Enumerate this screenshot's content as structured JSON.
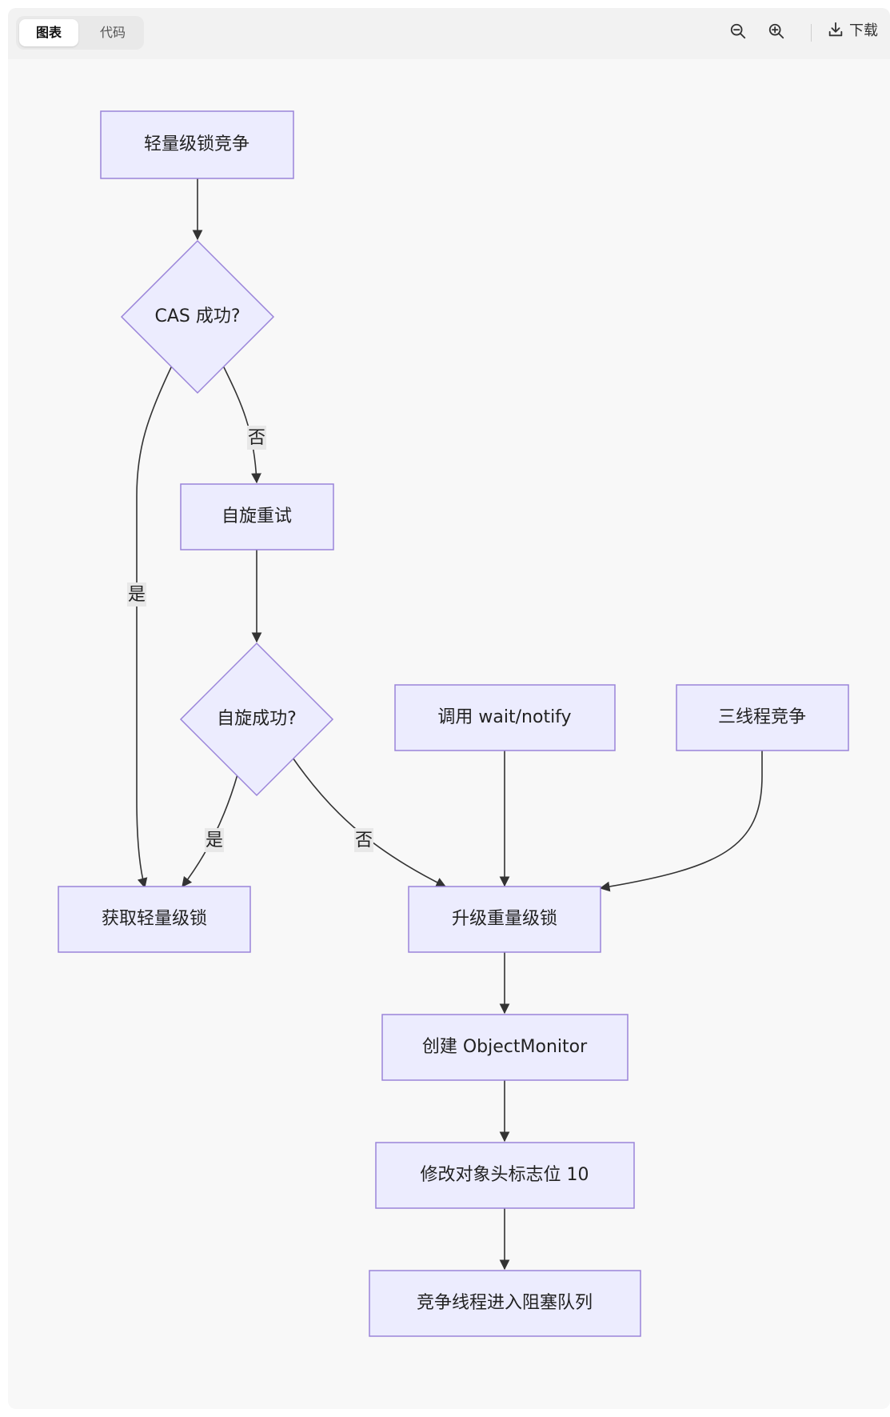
{
  "tabs": [
    {
      "label": "图表",
      "active": true
    },
    {
      "label": "代码",
      "active": false
    }
  ],
  "toolbar": {
    "zoom_out_icon": "zoom-out-icon",
    "zoom_in_icon": "zoom-in-icon",
    "download_label": "下载"
  },
  "diagram": {
    "nodes": {
      "start": "轻量级锁竞争",
      "cas": "CAS 成功?",
      "spin": "自旋重试",
      "spin_ok": "自旋成功?",
      "acquire": "获取轻量级锁",
      "wait": "调用 wait/notify",
      "three": "三线程竞争",
      "upgrade": "升级重量级锁",
      "monitor": "创建 ObjectMonitor",
      "mark": "修改对象头标志位 10",
      "block": "竞争线程进入阻塞队列"
    },
    "edges": [
      {
        "from": "start",
        "to": "cas",
        "label": ""
      },
      {
        "from": "cas",
        "to": "acquire",
        "label": "是"
      },
      {
        "from": "cas",
        "to": "spin",
        "label": "否"
      },
      {
        "from": "spin",
        "to": "spin_ok",
        "label": ""
      },
      {
        "from": "spin_ok",
        "to": "acquire",
        "label": "是"
      },
      {
        "from": "spin_ok",
        "to": "upgrade",
        "label": "否"
      },
      {
        "from": "wait",
        "to": "upgrade",
        "label": ""
      },
      {
        "from": "three",
        "to": "upgrade",
        "label": ""
      },
      {
        "from": "upgrade",
        "to": "monitor",
        "label": ""
      },
      {
        "from": "monitor",
        "to": "mark",
        "label": ""
      },
      {
        "from": "mark",
        "to": "block",
        "label": ""
      }
    ],
    "colors": {
      "node_fill": "#ececfe",
      "node_stroke": "#9a84d9",
      "edge": "#333333"
    }
  }
}
